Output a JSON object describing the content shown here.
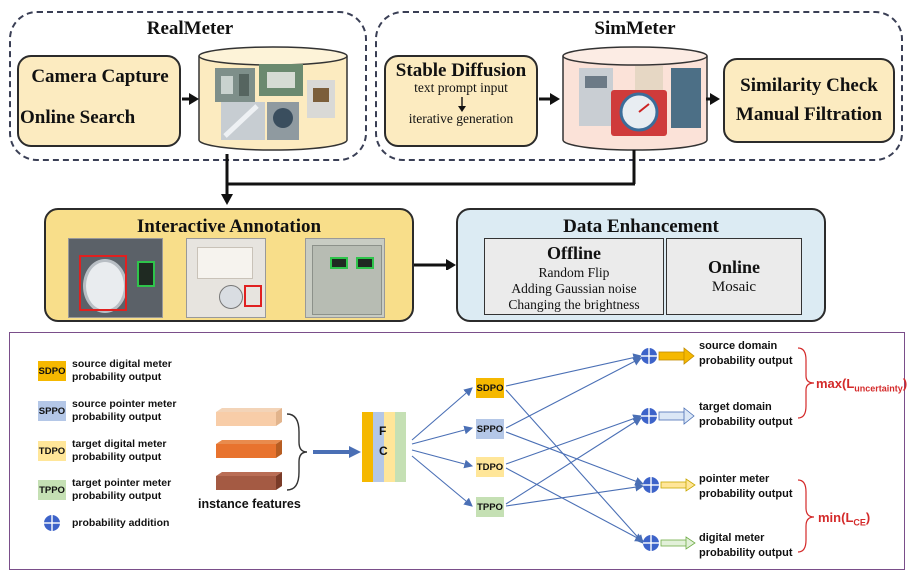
{
  "realmeter": {
    "title": "RealMeter",
    "sources": [
      "Camera Capture",
      "Online Search"
    ]
  },
  "simmeter": {
    "title": "SimMeter",
    "sd_title": "Stable Diffusion",
    "sd_step1": "text prompt input",
    "sd_step2": "iterative generation",
    "check_lines": [
      "Similarity Check",
      "Manual Filtration"
    ]
  },
  "annotation": {
    "title": "Interactive Annotation"
  },
  "enhancement": {
    "title": "Data Enhancement",
    "offline": {
      "title": "Offline",
      "items": [
        "Random Flip",
        "Adding Gaussian noise",
        "Changing the brightness"
      ]
    },
    "online": {
      "title": "Online",
      "item": "Mosaic"
    }
  },
  "legend": [
    {
      "code": "SDPO",
      "line1": "source digital meter",
      "line2": "probability output",
      "color": "#f5b800"
    },
    {
      "code": "SPPO",
      "line1": "source pointer meter",
      "line2": "probability output",
      "color": "#b4c7e7"
    },
    {
      "code": "TDPO",
      "line1": "target digital meter",
      "line2": "probability output",
      "color": "#ffe699"
    },
    {
      "code": "TPPO",
      "line1": "target pointer meter",
      "line2": "probability output",
      "color": "#c5e0b4"
    }
  ],
  "legend_add": "probability addition",
  "instance_label": "instance features",
  "fc_label": [
    "F",
    "C"
  ],
  "nodes": [
    "SDPO",
    "SPPO",
    "TDPO",
    "TPPO"
  ],
  "outputs": [
    {
      "line1": "source domain",
      "line2": "probability output"
    },
    {
      "line1": "target domain",
      "line2": "probability output"
    },
    {
      "line1": "pointer meter",
      "line2": "probability output"
    },
    {
      "line1": "digital meter",
      "line2": "probability output"
    }
  ],
  "loss_top": {
    "prefix": "max(L",
    "sub": "uncertainty",
    "suffix": ")"
  },
  "loss_bottom": {
    "prefix": "min(L",
    "sub": "CE",
    "suffix": ")"
  },
  "colors": {
    "sdpo": "#f5b800",
    "sppo": "#b4c7e7",
    "tdpo": "#ffe699",
    "tppo": "#c5e0b4",
    "arrow": "#4a6fb5",
    "loss": "#d42a2a",
    "panel_border": "#7a4e8a",
    "add_node": "#3d63c9"
  }
}
